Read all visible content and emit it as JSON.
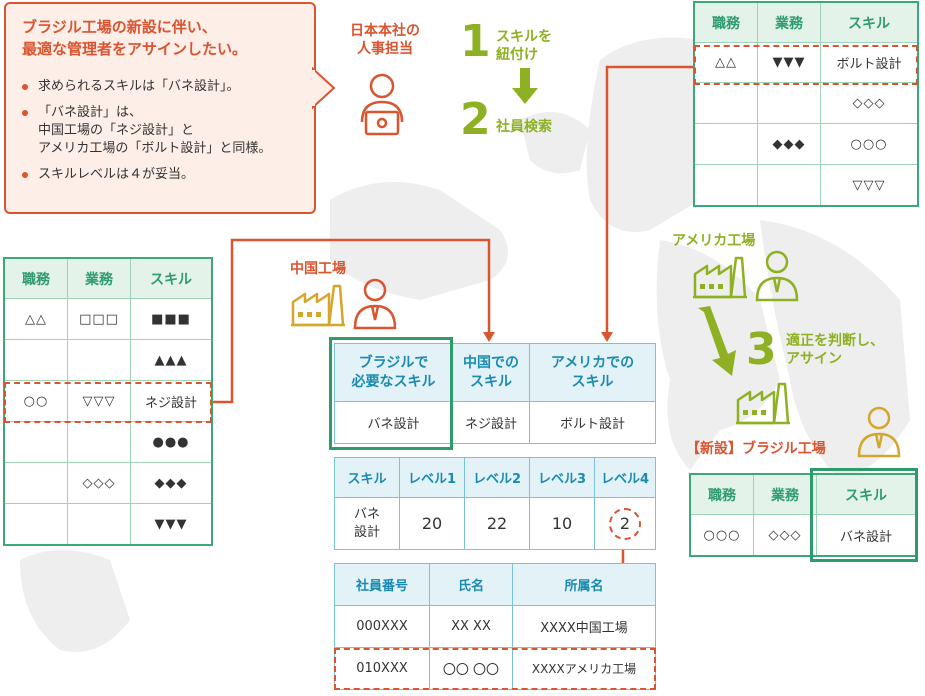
{
  "callout": {
    "title_line1": "ブラジル工場の新設に伴い、",
    "title_line2": "最適な管理者をアサインしたい。",
    "bullets": [
      {
        "lines": [
          "求められるスキルは「バネ設計」。"
        ]
      },
      {
        "lines": [
          "「バネ設計」は、",
          "中国工場の「ネジ設計」と",
          "アメリカ工場の「ボルト設計」と同様。"
        ]
      },
      {
        "lines": [
          "スキルレベルは４が妥当。"
        ]
      }
    ]
  },
  "hq": {
    "label_line1": "日本本社の",
    "label_line2": "人事担当"
  },
  "steps": {
    "step1_number": "1",
    "step1_line1": "スキルを",
    "step1_line2": "紐付け",
    "step2_number": "2",
    "step2_label": "社員検索",
    "step3_number": "3",
    "step3_line1": "適正を判断し、",
    "step3_line2": "アサイン"
  },
  "locations": {
    "china": "中国工場",
    "america": "アメリカ工場",
    "brazil_prefix": "【新設】",
    "brazil": "ブラジル工場"
  },
  "headers": {
    "role": "職務",
    "task": "業務",
    "skill": "スキル"
  },
  "us_table": {
    "rows": [
      {
        "role": "△△",
        "task": "▼▼▼",
        "skill": "ボルト設計"
      },
      {
        "role": "",
        "task": "",
        "skill": "◇◇◇"
      },
      {
        "role": "",
        "task": "◆◆◆",
        "skill": "○○○"
      },
      {
        "role": "",
        "task": "",
        "skill": "▽▽▽"
      }
    ]
  },
  "cn_table": {
    "rows": [
      {
        "role": "△△",
        "task": "□□□",
        "skill": "■■■"
      },
      {
        "role": "",
        "task": "",
        "skill": "▲▲▲"
      },
      {
        "role": "○○",
        "task": "▽▽▽",
        "skill": "ネジ設計"
      },
      {
        "role": "",
        "task": "",
        "skill": "●●●"
      },
      {
        "role": "",
        "task": "◇◇◇",
        "skill": "◆◆◆"
      },
      {
        "role": "",
        "task": "",
        "skill": "▼▼▼"
      }
    ]
  },
  "br_table": {
    "rows": [
      {
        "role": "○○○",
        "task": "◇◇◇",
        "skill": "バネ設計"
      }
    ]
  },
  "mapping": {
    "h1_line1": "ブラジルで",
    "h1_line2": "必要なスキル",
    "h2_line1": "中国での",
    "h2_line2": "スキル",
    "h3_line1": "アメリカでの",
    "h3_line2": "スキル",
    "v1": "バネ設計",
    "v2": "ネジ設計",
    "v3": "ボルト設計"
  },
  "levels": {
    "headers": [
      "スキル",
      "レベル1",
      "レベル2",
      "レベル3",
      "レベル4"
    ],
    "skill_line1": "バネ",
    "skill_line2": "設計",
    "values": [
      "20",
      "22",
      "10",
      "2"
    ]
  },
  "employees": {
    "headers": [
      "社員番号",
      "氏名",
      "所属名"
    ],
    "rows": [
      {
        "id": "000XXX",
        "name": "XX XX",
        "dept": "XXXX中国工場"
      },
      {
        "id": "010XXX",
        "name": "〇〇 〇〇",
        "dept": "XXXXアメリカ工場"
      }
    ]
  },
  "colors": {
    "accent_orange": "#d9542f",
    "green": "#8db123",
    "table_green": "#3aa878",
    "table_blue": "#1b8ab0"
  },
  "icons": [
    "person-laptop-icon",
    "factory-icon",
    "person-icon",
    "arrow-down-icon",
    "arrow-diagonal-icon"
  ]
}
